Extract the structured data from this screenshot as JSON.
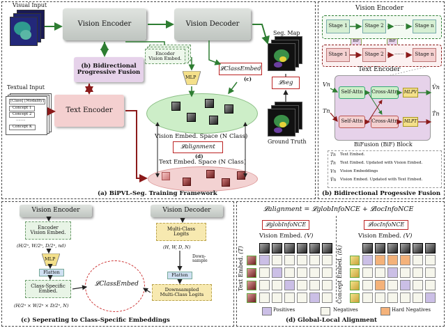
{
  "panel_a": {
    "caption": "(a) BiPVL-Seg. Training Framework",
    "visual_input": "Visual Input",
    "vision_encoder": "Vision Encoder",
    "vision_decoder": "Vision Decoder",
    "seg_map": "Seg. Map",
    "encoder_embed": "Encoder\nVision Embed.",
    "bpf": "(b) Bidirectional\nProgressive Fusion",
    "mlp": "MLP",
    "loss_class_embed": "𝓛ClassEmbed",
    "loss_class_embed_tag": "(c)",
    "loss_seg": "𝓛seg",
    "textual_input": "Textual Input",
    "text_card_lines": [
      "[Class] [Modality]",
      "Concept 1",
      "Concept 2",
      "........",
      "Concept K"
    ],
    "text_encoder": "Text Encoder",
    "vision_space": "Vision Embed. Space (N Class)",
    "loss_alignment": "𝓛alignment",
    "loss_alignment_tag": "(d)",
    "text_space": "Text Embed. Space (N Class)",
    "ground_truth": "Ground Truth"
  },
  "panel_b": {
    "caption": "(b) Bidirectional Progessive Fusion",
    "vision_encoder": "Vision Encoder",
    "text_encoder": "Text Encoder",
    "stages_top": [
      "Stage 1",
      "Stage 2",
      "......",
      "Stage n"
    ],
    "stages_bottom": [
      "Stage 1",
      "Stage 2",
      "......",
      "Stage n"
    ],
    "bif": "BiF",
    "self_attn": "Self-Attn",
    "cross_attn": "Cross-Attn",
    "mlp_v": "MLPV",
    "mlp_t": "MLPT",
    "v_in": "Vn",
    "t_in": "Tn",
    "v_out": "V̂n",
    "t_out": "T̂n",
    "block_label": "BiFusion (BiF) Block",
    "legend": [
      {
        "sym": "Tn",
        "text": "Text Embed."
      },
      {
        "sym": "T̂n",
        "text": "Text Embed. Updated with Vision Embed."
      },
      {
        "sym": "Vn",
        "text": "Vision Embeddings"
      },
      {
        "sym": "V̂n",
        "text": "Vision Embed. Updated with Text Embed."
      }
    ]
  },
  "panel_c": {
    "caption": "(c) Seperating to Class-Specific Embeddings",
    "vision_encoder": "Vision Encoder",
    "vision_decoder": "Vision Decoder",
    "encoder_embed": "Encoder\nVision Embed.",
    "enc_dims": "(H/2ⁿ, W/2ⁿ, D/2ⁿ, nd)",
    "mlp": "MLP",
    "flatten_left": "Flatten",
    "class_specific": "Class-Specific\nEmbed.",
    "cs_dims": "(H/2ⁿ × W/2ⁿ × D/2ⁿ, N)",
    "logits": "Multi-Class\nLogits",
    "logit_dims": "(H, W, D, N)",
    "downsample": "Down-\nsample",
    "flatten_right": "Flatten",
    "downsampled": "Downsampled\nMulti-Class Logits",
    "loss": "𝓛ClassEmbed"
  },
  "panel_d": {
    "caption": "(d) Global-Local Alignment",
    "equation": "𝓛alignment = 𝓛globInfoNCE + 𝓛locInfoNCE",
    "glob": "𝓛globInfoNCE",
    "loc": "𝓛locInfoNCE",
    "vision_embed_label": "Vision Embed.",
    "vision_sym": "(V)",
    "text_embed_label": "Text Embed.",
    "text_sym": "(T)",
    "concept_embed_label": "Concept Embed.",
    "concept_sym": "(tk)",
    "legend_positives": "Positives",
    "legend_negatives": "Negatives",
    "legend_hard": "Hard Negatives",
    "grid_left": [
      [
        "P",
        "N",
        "N",
        "N",
        "N",
        "N"
      ],
      [
        "N",
        "P",
        "N",
        "N",
        "N",
        "N"
      ],
      [
        "N",
        "N",
        "P",
        "N",
        "N",
        "N"
      ],
      [
        "N",
        "N",
        "N",
        "N",
        "P",
        "N"
      ]
    ],
    "grid_right": [
      [
        "P",
        "H",
        "H",
        "H",
        "N",
        "N"
      ],
      [
        "N",
        "N",
        "P",
        "N",
        "N",
        "N"
      ],
      [
        "N",
        "H",
        "N",
        "P",
        "N",
        "N"
      ],
      [
        "N",
        "N",
        "N",
        "N",
        "N",
        "P"
      ]
    ]
  },
  "colors": {
    "encoder_gray": "#cfd3d0",
    "fusion_purple": "#e6d2ea",
    "text_enc_pink": "#f4d0d0",
    "vision_space_green": "#cdeec8",
    "text_space_pink": "#f3d2d2",
    "dark_green": "#2e7d32",
    "dark_red": "#8b1a1a",
    "positive": "#cbbfe6",
    "hard_negative": "#f4b27a",
    "mlp_yellow": "#f4e08a"
  }
}
